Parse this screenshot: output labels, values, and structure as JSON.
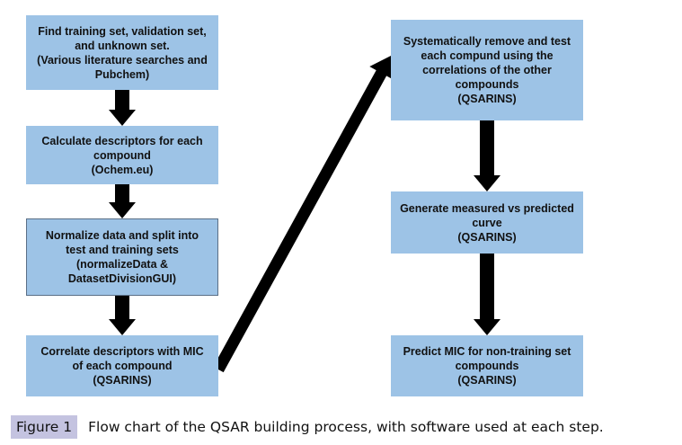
{
  "flowchart": {
    "box_color": "#9dc3e6",
    "arrow_color": "#000000",
    "steps": [
      {
        "id": "find-sets",
        "lines": [
          "Find training set, validation set,",
          "and unknown set.",
          "(Various literature searches and",
          "Pubchem)"
        ]
      },
      {
        "id": "calculate-descriptors",
        "lines": [
          "Calculate descriptors for each",
          "compound",
          "(Ochem.eu)"
        ]
      },
      {
        "id": "normalize-split",
        "lines": [
          "Normalize data and split into",
          "test and training sets",
          "(normalizeData &",
          "DatasetDivisionGUI)"
        ]
      },
      {
        "id": "correlate-descriptors",
        "lines": [
          "Correlate descriptors with MIC",
          "of each compound",
          "(QSARINS)"
        ]
      },
      {
        "id": "remove-test",
        "lines": [
          "Systematically remove and test",
          "each compund using the",
          "correlations of the other",
          "compounds",
          "(QSARINS)"
        ]
      },
      {
        "id": "measured-vs-predicted",
        "lines": [
          "Generate measured vs predicted",
          "curve",
          "(QSARINS)"
        ]
      },
      {
        "id": "predict-mic",
        "lines": [
          "Predict MIC for non-training set",
          "compounds",
          "(QSARINS)"
        ]
      }
    ],
    "connections": [
      {
        "from": "find-sets",
        "to": "calculate-descriptors"
      },
      {
        "from": "calculate-descriptors",
        "to": "normalize-split"
      },
      {
        "from": "normalize-split",
        "to": "correlate-descriptors"
      },
      {
        "from": "correlate-descriptors",
        "to": "remove-test"
      },
      {
        "from": "remove-test",
        "to": "measured-vs-predicted"
      },
      {
        "from": "measured-vs-predicted",
        "to": "predict-mic"
      }
    ]
  },
  "caption": {
    "label": "Figure  1",
    "label_bg": "#c4c3e0",
    "text": "Flow chart of the QSAR building process, with software used at each step."
  }
}
